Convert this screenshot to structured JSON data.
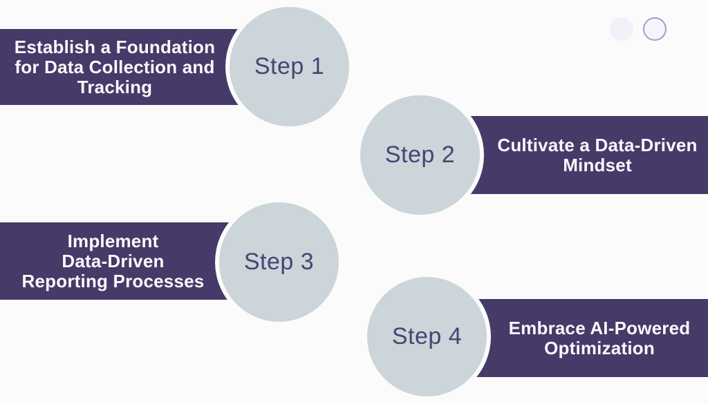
{
  "slide": {
    "type": "four-step-process-infographic",
    "colors": {
      "background": "#fcfbfb",
      "banner": "#453a68",
      "banner_text": "#faf9fc",
      "circle_fill": "#ccd5d9",
      "step_label_text": "#4a4273",
      "dot_fill": "#f1f0f8",
      "dot_ring": "#a39bc7"
    },
    "pagination": {
      "dots": [
        {
          "name": "dot-filled-icon",
          "style": "filled"
        },
        {
          "name": "dot-outline-icon",
          "style": "outline"
        }
      ]
    }
  },
  "steps": [
    {
      "label": "Step 1",
      "title": "Establish a Foundation for Data Collection and Tracking",
      "lines": [
        "Establish a Foundation",
        "for Data Collection and",
        "Tracking"
      ]
    },
    {
      "label": "Step 2",
      "title": "Cultivate a Data-Driven Mindset",
      "lines": [
        "Cultivate a Data-Driven",
        "Mindset"
      ]
    },
    {
      "label": "Step 3",
      "title": "Implement Data-Driven Reporting Processes",
      "lines": [
        "Implement",
        "Data-Driven",
        "Reporting Processes"
      ]
    },
    {
      "label": "Step 4",
      "title": "Embrace AI-Powered Optimization",
      "lines": [
        "Embrace AI-Powered",
        "Optimization"
      ]
    }
  ]
}
